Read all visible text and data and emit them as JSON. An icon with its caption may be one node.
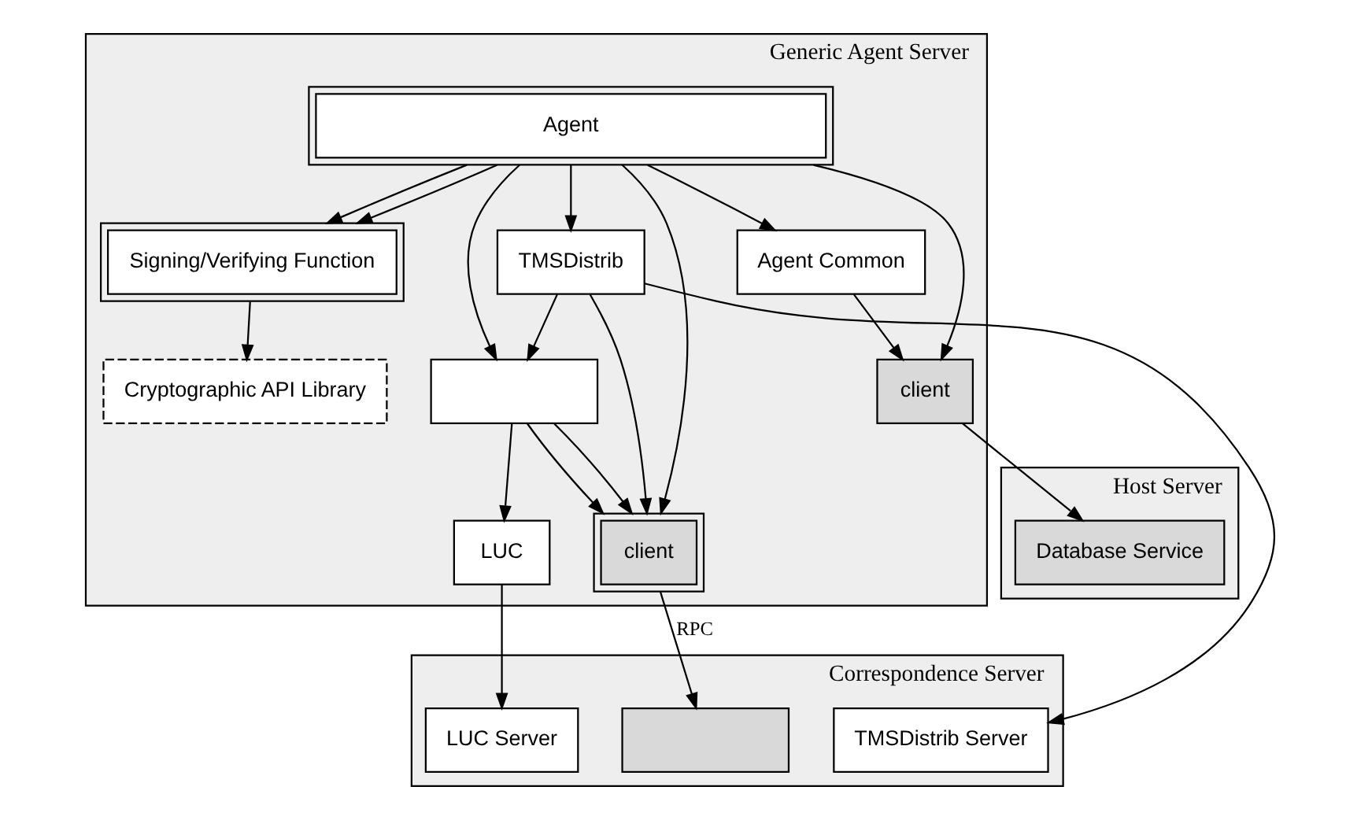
{
  "diagram": {
    "nodes": [
      {
        "text": [
          "Generic Agent Server"
        ]
      },
      {
        "text": [
          "Agent"
        ],
        "in": 0
      },
      {
        "text": [
          "TMSDistrib"
        ],
        "in": 0
      },
      {
        "text": [
          "Agent Common"
        ],
        "in": 0
      },
      {
        "text": [
          "Signing/Verifying Function"
        ],
        "in": 0
      },
      {
        "text": [],
        "shape": "box",
        "in": 0
      },
      {
        "text": [
          "Cryptographic API Library"
        ],
        "in": 0
      },
      {
        "text": [
          "client"
        ],
        "in": 0
      },
      {
        "text": [
          "LUC"
        ],
        "in": 0
      },
      {
        "text": [
          "client"
        ],
        "in": 0
      },
      {
        "text": [
          "Correspondence Server"
        ]
      },
      {
        "text": [
          "TMSDistrib Server"
        ],
        "in": 10
      },
      {
        "text": [
          "LUC Server"
        ],
        "in": 10
      },
      {
        "text": [],
        "shape": "box",
        "in": 10
      },
      {
        "text": [
          "Host Server"
        ]
      },
      {
        "text": [
          "Database Service"
        ],
        "in": 14
      }
    ],
    "edges": [
      {
        "from": 1,
        "to": 2,
        "arrow": "to"
      },
      {
        "from": 1,
        "to": 5,
        "arrow": "to"
      },
      {
        "from": 1,
        "to": 9,
        "arrow": "to"
      },
      {
        "from": 1,
        "to": 3,
        "arrow": "to"
      },
      {
        "from": 1,
        "to": 7,
        "arrow": "to"
      },
      {
        "from": 1,
        "to": 4,
        "arrow": "to"
      },
      {
        "from": 1,
        "to": 4,
        "arrow": "to"
      },
      {
        "from": 2,
        "to": 5,
        "arrow": "to"
      },
      {
        "from": 2,
        "to": 9,
        "arrow": "to"
      },
      {
        "from": 2,
        "to": 11,
        "arrow": "to"
      },
      {
        "from": 5,
        "to": 8,
        "arrow": "to"
      },
      {
        "from": 5,
        "to": 9,
        "arrow": "to"
      },
      {
        "from": 5,
        "to": 9,
        "arrow": "to"
      },
      {
        "from": 3,
        "to": 7,
        "arrow": "to"
      },
      {
        "from": 4,
        "to": 6,
        "arrow": "to"
      },
      {
        "from": 8,
        "to": 12,
        "arrow": "to"
      },
      {
        "from": 9,
        "to": 13,
        "label": "RPC",
        "arrow": "to"
      },
      {
        "from": 7,
        "to": 15,
        "arrow": "to"
      }
    ]
  }
}
